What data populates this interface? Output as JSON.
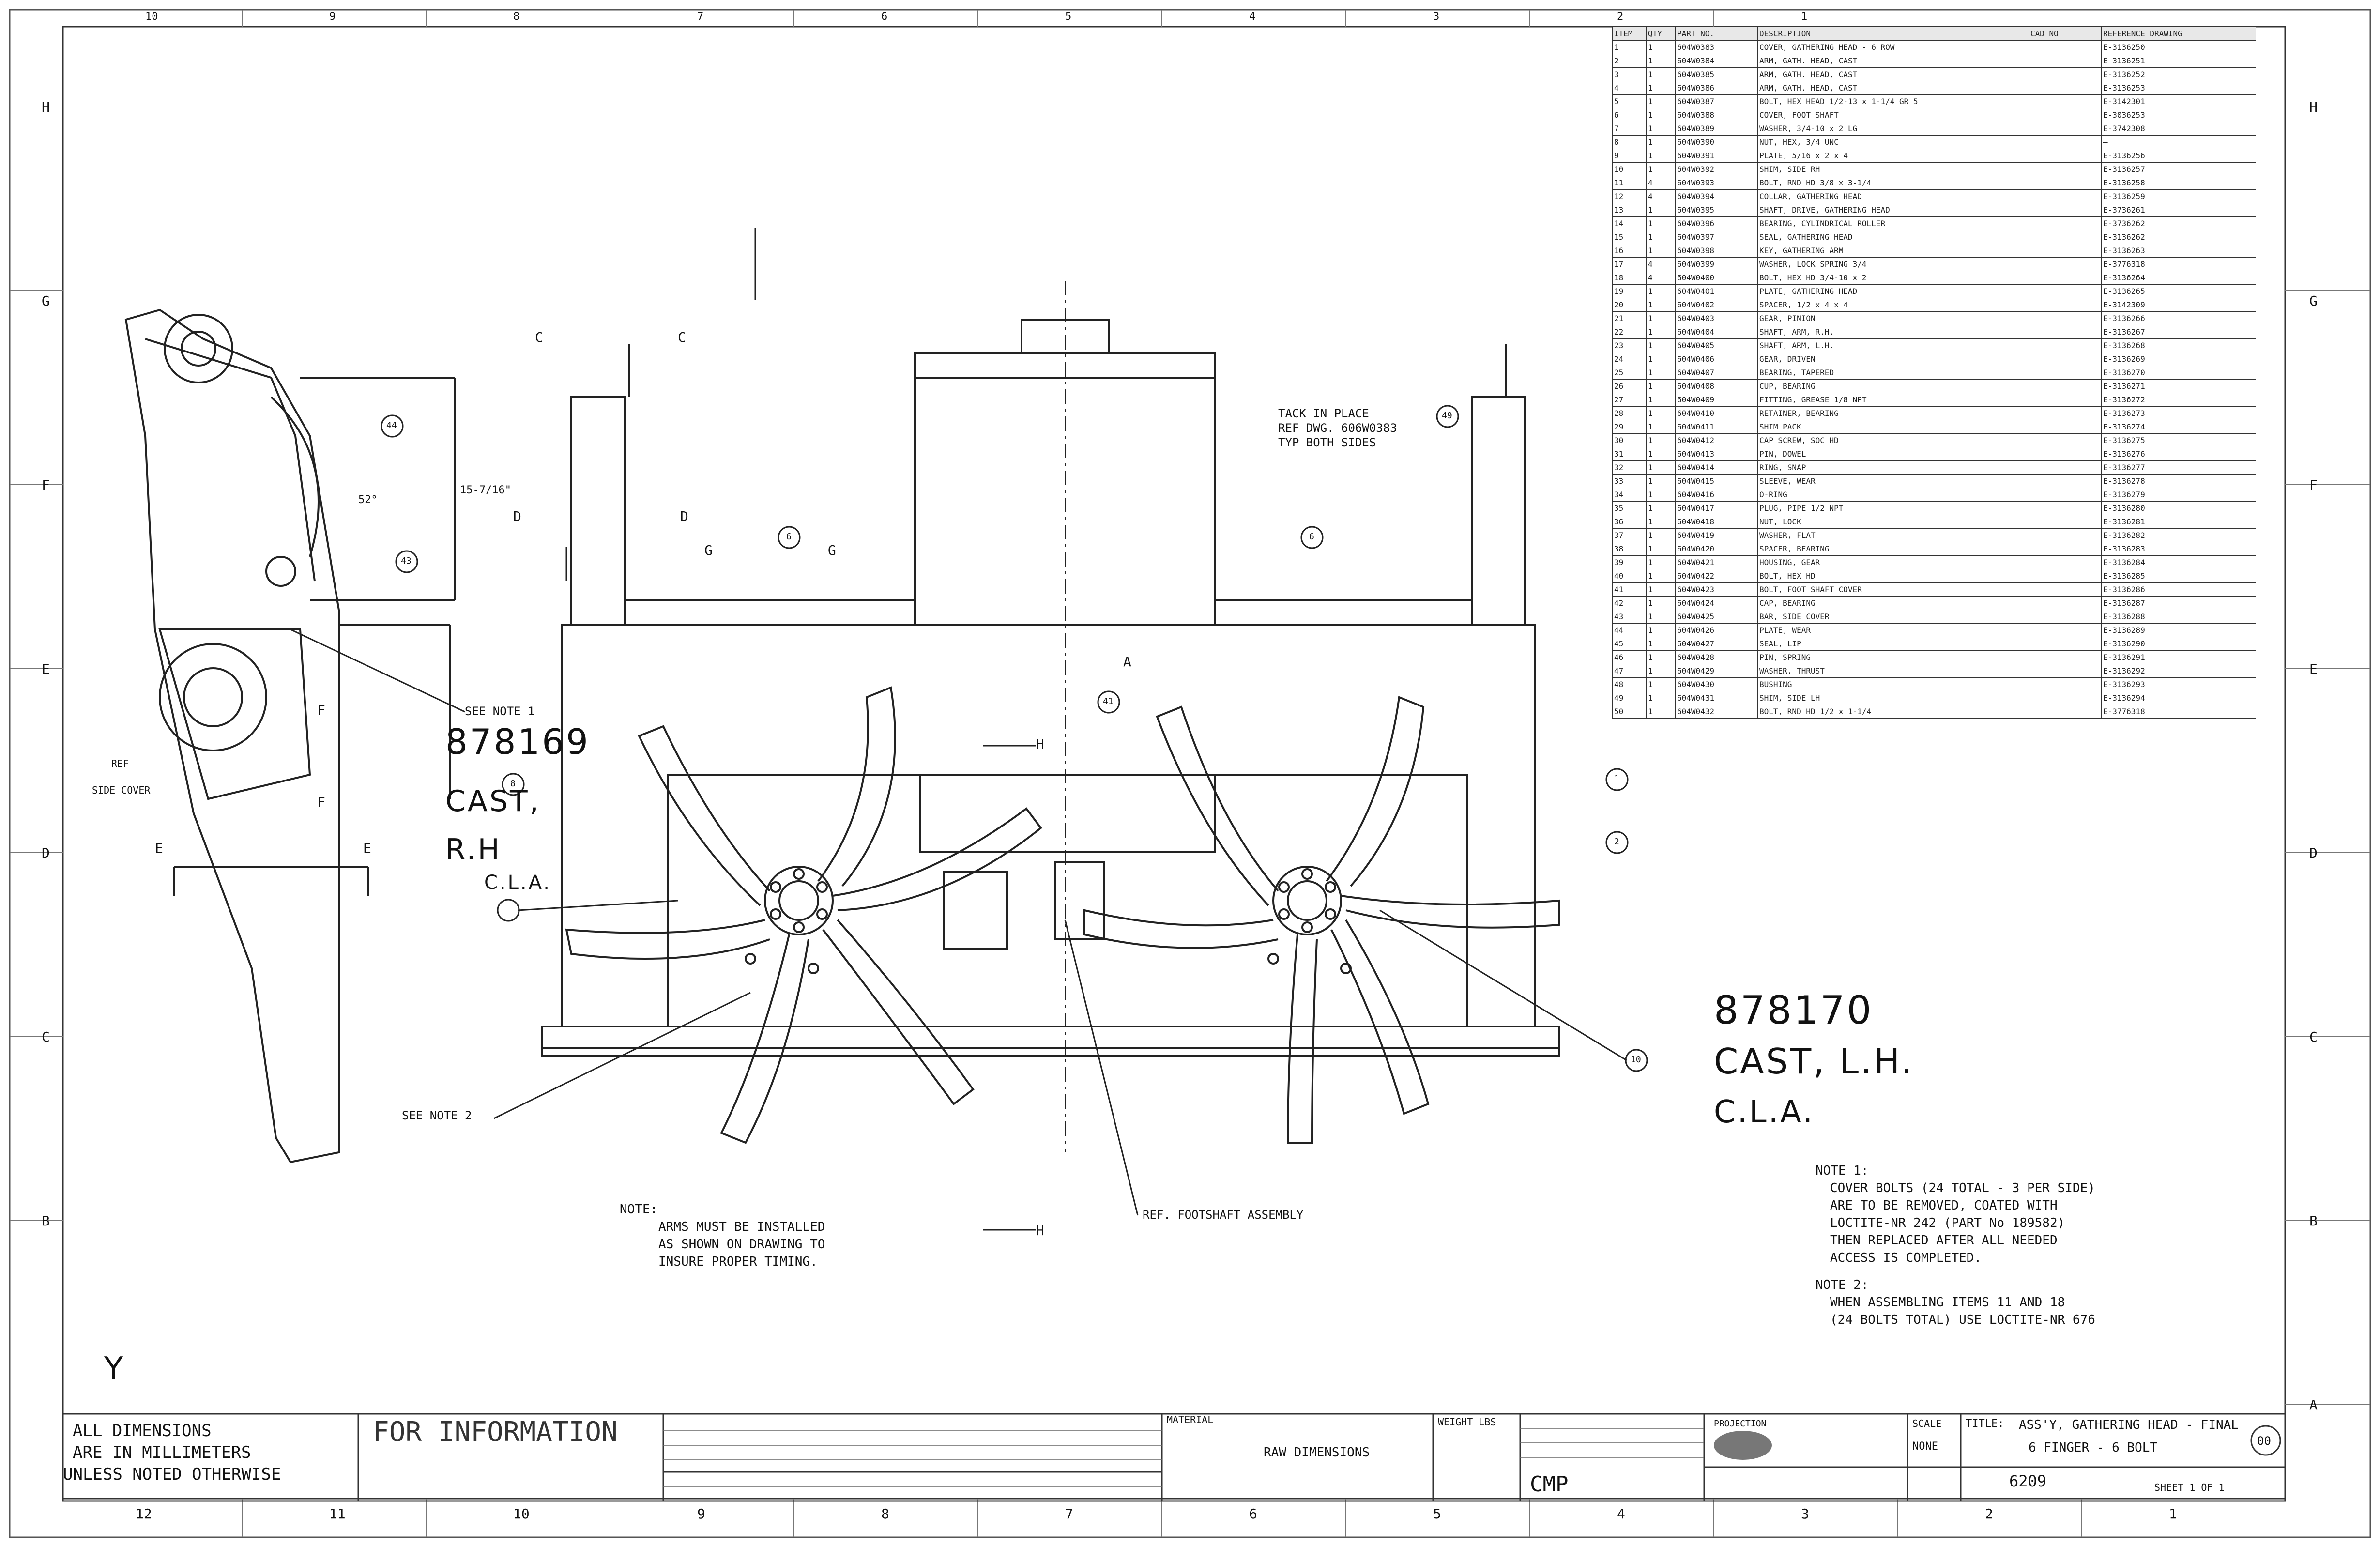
{
  "drawing": {
    "border_letters_left": [
      "H",
      "G",
      "F",
      "E",
      "D",
      "C",
      "B"
    ],
    "border_letters_right": [
      "H",
      "G",
      "F",
      "E",
      "D",
      "C",
      "B",
      "A"
    ],
    "border_numbers_top": [
      "10",
      "9",
      "8",
      "7",
      "6",
      "5",
      "4",
      "3",
      "2",
      "1"
    ],
    "border_numbers_bottom": [
      "12",
      "11",
      "10",
      "9",
      "8",
      "7",
      "6",
      "5",
      "4",
      "3",
      "2",
      "1"
    ]
  },
  "section_labels": {
    "c_left": "C",
    "c_right": "C",
    "d_left": "D",
    "d_right": "D",
    "g_left": "G",
    "g_right": "G",
    "h_top": "H",
    "h_bottom": "H",
    "e_left": "E",
    "e_right": "E",
    "f_upper": "F",
    "f_lower": "F",
    "a_mark": "A"
  },
  "callouts": {
    "tack_in_place": "TACK IN PLACE",
    "ref_dwg": "REF DWG. 606W0383",
    "typ_both": "TYP BOTH SIDES",
    "see_note": "SEE NOTE 1",
    "see_note_2": "SEE NOTE 2",
    "ref_footshaft": "REF. FOOTSHAFT ASSEMBLY",
    "ref_side": "REF",
    "side_cover": "SIDE COVER",
    "dim_angle": "52°",
    "dim_length": "15-7/16\"",
    "balloon_44": "44",
    "balloon_43": "43",
    "balloon_6a": "6",
    "balloon_6b": "6",
    "balloon_41": "41",
    "balloon_1": "1",
    "balloon_2": "2",
    "balloon_8": "8",
    "balloon_10": "10",
    "balloon_49": "49"
  },
  "handwritten": {
    "part_rh_number": "878169",
    "part_rh_line1": "CAST,",
    "part_rh_line2": "R.H",
    "part_rh_line3": "C.L.A.",
    "part_lh_number": "878170",
    "part_lh_line1": "CAST, L.H.",
    "part_lh_line2": "C.L.A."
  },
  "notes": {
    "center_heading": "NOTE:",
    "center_lines": [
      "ARMS MUST BE INSTALLED",
      "AS SHOWN ON DRAWING TO",
      "INSURE PROPER TIMING."
    ],
    "right_heading_1": "NOTE 1:",
    "right_lines_1": [
      "COVER BOLTS (24 TOTAL - 3 PER SIDE)",
      "ARE TO BE REMOVED, COATED WITH",
      "LOCTITE-NR 242 (PART No 189582)",
      "THEN REPLACED AFTER ALL NEEDED",
      "ACCESS IS COMPLETED."
    ],
    "right_heading_2": "NOTE 2:",
    "right_lines_2": [
      "WHEN ASSEMBLING ITEMS 11 AND 18",
      "(24 BOLTS TOTAL) USE LOCTITE-NR 676"
    ]
  },
  "bom": {
    "headers": [
      "ITEM",
      "QTY",
      "PART NO.",
      "DESCRIPTION",
      "CAD NO",
      "REFERENCE DRAWING"
    ],
    "rows": [
      [
        "1",
        "1",
        "604W0383",
        "COVER, GATHERING HEAD - 6 ROW",
        "",
        "E-3136250"
      ],
      [
        "2",
        "1",
        "604W0384",
        "ARM, GATH. HEAD, CAST",
        "",
        "E-3136251"
      ],
      [
        "3",
        "1",
        "604W0385",
        "ARM, GATH. HEAD, CAST",
        "",
        "E-3136252"
      ],
      [
        "4",
        "1",
        "604W0386",
        "ARM, GATH. HEAD, CAST",
        "",
        "E-3136253"
      ],
      [
        "5",
        "1",
        "604W0387",
        "BOLT, HEX HEAD 1/2-13 x 1-1/4 GR 5",
        "",
        "E-3142301"
      ],
      [
        "6",
        "1",
        "604W0388",
        "COVER, FOOT SHAFT",
        "",
        "E-3036253"
      ],
      [
        "7",
        "1",
        "604W0389",
        "WASHER, 3/4-10 x 2 LG",
        "",
        "E-3742308"
      ],
      [
        "8",
        "1",
        "604W0390",
        "NUT, HEX, 3/4 UNC",
        "",
        "—"
      ],
      [
        "9",
        "1",
        "604W0391",
        "PLATE, 5/16 x 2 x 4",
        "",
        "E-3136256"
      ],
      [
        "10",
        "1",
        "604W0392",
        "SHIM, SIDE RH",
        "",
        "E-3136257"
      ],
      [
        "11",
        "4",
        "604W0393",
        "BOLT, RND HD 3/8 x 3-1/4",
        "",
        "E-3136258"
      ],
      [
        "12",
        "4",
        "604W0394",
        "COLLAR, GATHERING HEAD",
        "",
        "E-3136259"
      ],
      [
        "13",
        "1",
        "604W0395",
        "SHAFT, DRIVE, GATHERING HEAD",
        "",
        "E-3736261"
      ],
      [
        "14",
        "1",
        "604W0396",
        "BEARING, CYLINDRICAL ROLLER",
        "",
        "E-3736262"
      ],
      [
        "15",
        "1",
        "604W0397",
        "SEAL, GATHERING HEAD",
        "",
        "E-3136262"
      ],
      [
        "16",
        "1",
        "604W0398",
        "KEY, GATHERING ARM",
        "",
        "E-3136263"
      ],
      [
        "17",
        "4",
        "604W0399",
        "WASHER, LOCK SPRING 3/4",
        "",
        "E-3776318"
      ],
      [
        "18",
        "4",
        "604W0400",
        "BOLT, HEX HD 3/4-10 x 2",
        "",
        "E-3136264"
      ],
      [
        "19",
        "1",
        "604W0401",
        "PLATE, GATHERING HEAD",
        "",
        "E-3136265"
      ],
      [
        "20",
        "1",
        "604W0402",
        "SPACER, 1/2 x 4 x 4",
        "",
        "E-3142309"
      ],
      [
        "21",
        "1",
        "604W0403",
        "GEAR, PINION",
        "",
        "E-3136266"
      ],
      [
        "22",
        "1",
        "604W0404",
        "SHAFT, ARM, R.H.",
        "",
        "E-3136267"
      ],
      [
        "23",
        "1",
        "604W0405",
        "SHAFT, ARM, L.H.",
        "",
        "E-3136268"
      ],
      [
        "24",
        "1",
        "604W0406",
        "GEAR, DRIVEN",
        "",
        "E-3136269"
      ],
      [
        "25",
        "1",
        "604W0407",
        "BEARING, TAPERED",
        "",
        "E-3136270"
      ],
      [
        "26",
        "1",
        "604W0408",
        "CUP, BEARING",
        "",
        "E-3136271"
      ],
      [
        "27",
        "1",
        "604W0409",
        "FITTING, GREASE 1/8 NPT",
        "",
        "E-3136272"
      ],
      [
        "28",
        "1",
        "604W0410",
        "RETAINER, BEARING",
        "",
        "E-3136273"
      ],
      [
        "29",
        "1",
        "604W0411",
        "SHIM PACK",
        "",
        "E-3136274"
      ],
      [
        "30",
        "1",
        "604W0412",
        "CAP SCREW, SOC HD",
        "",
        "E-3136275"
      ],
      [
        "31",
        "1",
        "604W0413",
        "PIN, DOWEL",
        "",
        "E-3136276"
      ],
      [
        "32",
        "1",
        "604W0414",
        "RING, SNAP",
        "",
        "E-3136277"
      ],
      [
        "33",
        "1",
        "604W0415",
        "SLEEVE, WEAR",
        "",
        "E-3136278"
      ],
      [
        "34",
        "1",
        "604W0416",
        "O-RING",
        "",
        "E-3136279"
      ],
      [
        "35",
        "1",
        "604W0417",
        "PLUG, PIPE 1/2 NPT",
        "",
        "E-3136280"
      ],
      [
        "36",
        "1",
        "604W0418",
        "NUT, LOCK",
        "",
        "E-3136281"
      ],
      [
        "37",
        "1",
        "604W0419",
        "WASHER, FLAT",
        "",
        "E-3136282"
      ],
      [
        "38",
        "1",
        "604W0420",
        "SPACER, BEARING",
        "",
        "E-3136283"
      ],
      [
        "39",
        "1",
        "604W0421",
        "HOUSING, GEAR",
        "",
        "E-3136284"
      ],
      [
        "40",
        "1",
        "604W0422",
        "BOLT, HEX HD",
        "",
        "E-3136285"
      ],
      [
        "41",
        "1",
        "604W0423",
        "BOLT, FOOT SHAFT COVER",
        "",
        "E-3136286"
      ],
      [
        "42",
        "1",
        "604W0424",
        "CAP, BEARING",
        "",
        "E-3136287"
      ],
      [
        "43",
        "1",
        "604W0425",
        "BAR, SIDE COVER",
        "",
        "E-3136288"
      ],
      [
        "44",
        "1",
        "604W0426",
        "PLATE, WEAR",
        "",
        "E-3136289"
      ],
      [
        "45",
        "1",
        "604W0427",
        "SEAL, LIP",
        "",
        "E-3136290"
      ],
      [
        "46",
        "1",
        "604W0428",
        "PIN, SPRING",
        "",
        "E-3136291"
      ],
      [
        "47",
        "1",
        "604W0429",
        "WASHER, THRUST",
        "",
        "E-3136292"
      ],
      [
        "48",
        "1",
        "604W0430",
        "BUSHING",
        "",
        "E-3136293"
      ],
      [
        "49",
        "1",
        "604W0431",
        "SHIM, SIDE LH",
        "",
        "E-3136294"
      ],
      [
        "50",
        "1",
        "604W0432",
        "BOLT, RND HD 1/2 x 1-1/4",
        "",
        "E-3776318"
      ]
    ]
  },
  "title_block": {
    "dims_line1": "ALL DIMENSIONS",
    "dims_line2": "ARE IN MILLIMETERS",
    "dims_line3": "UNLESS NOTED OTHERWISE",
    "for_information": "FOR INFORMATION",
    "material": "MATERIAL",
    "raw_dimensions": "RAW DIMENSIONS",
    "weight": "WEIGHT LBS",
    "scale": "SCALE",
    "scale_value": "NONE",
    "projection": "PROJECTION",
    "title_label": "TITLE:",
    "title_line1": "ASS'Y, GATHERING HEAD - FINAL",
    "title_line2": "6 FINGER - 6 BOLT",
    "drawing_number": "6209",
    "rev": "00",
    "cmp": "CMP",
    "sheet": "SHEET 1 OF 1"
  },
  "corner_mark": "Y"
}
